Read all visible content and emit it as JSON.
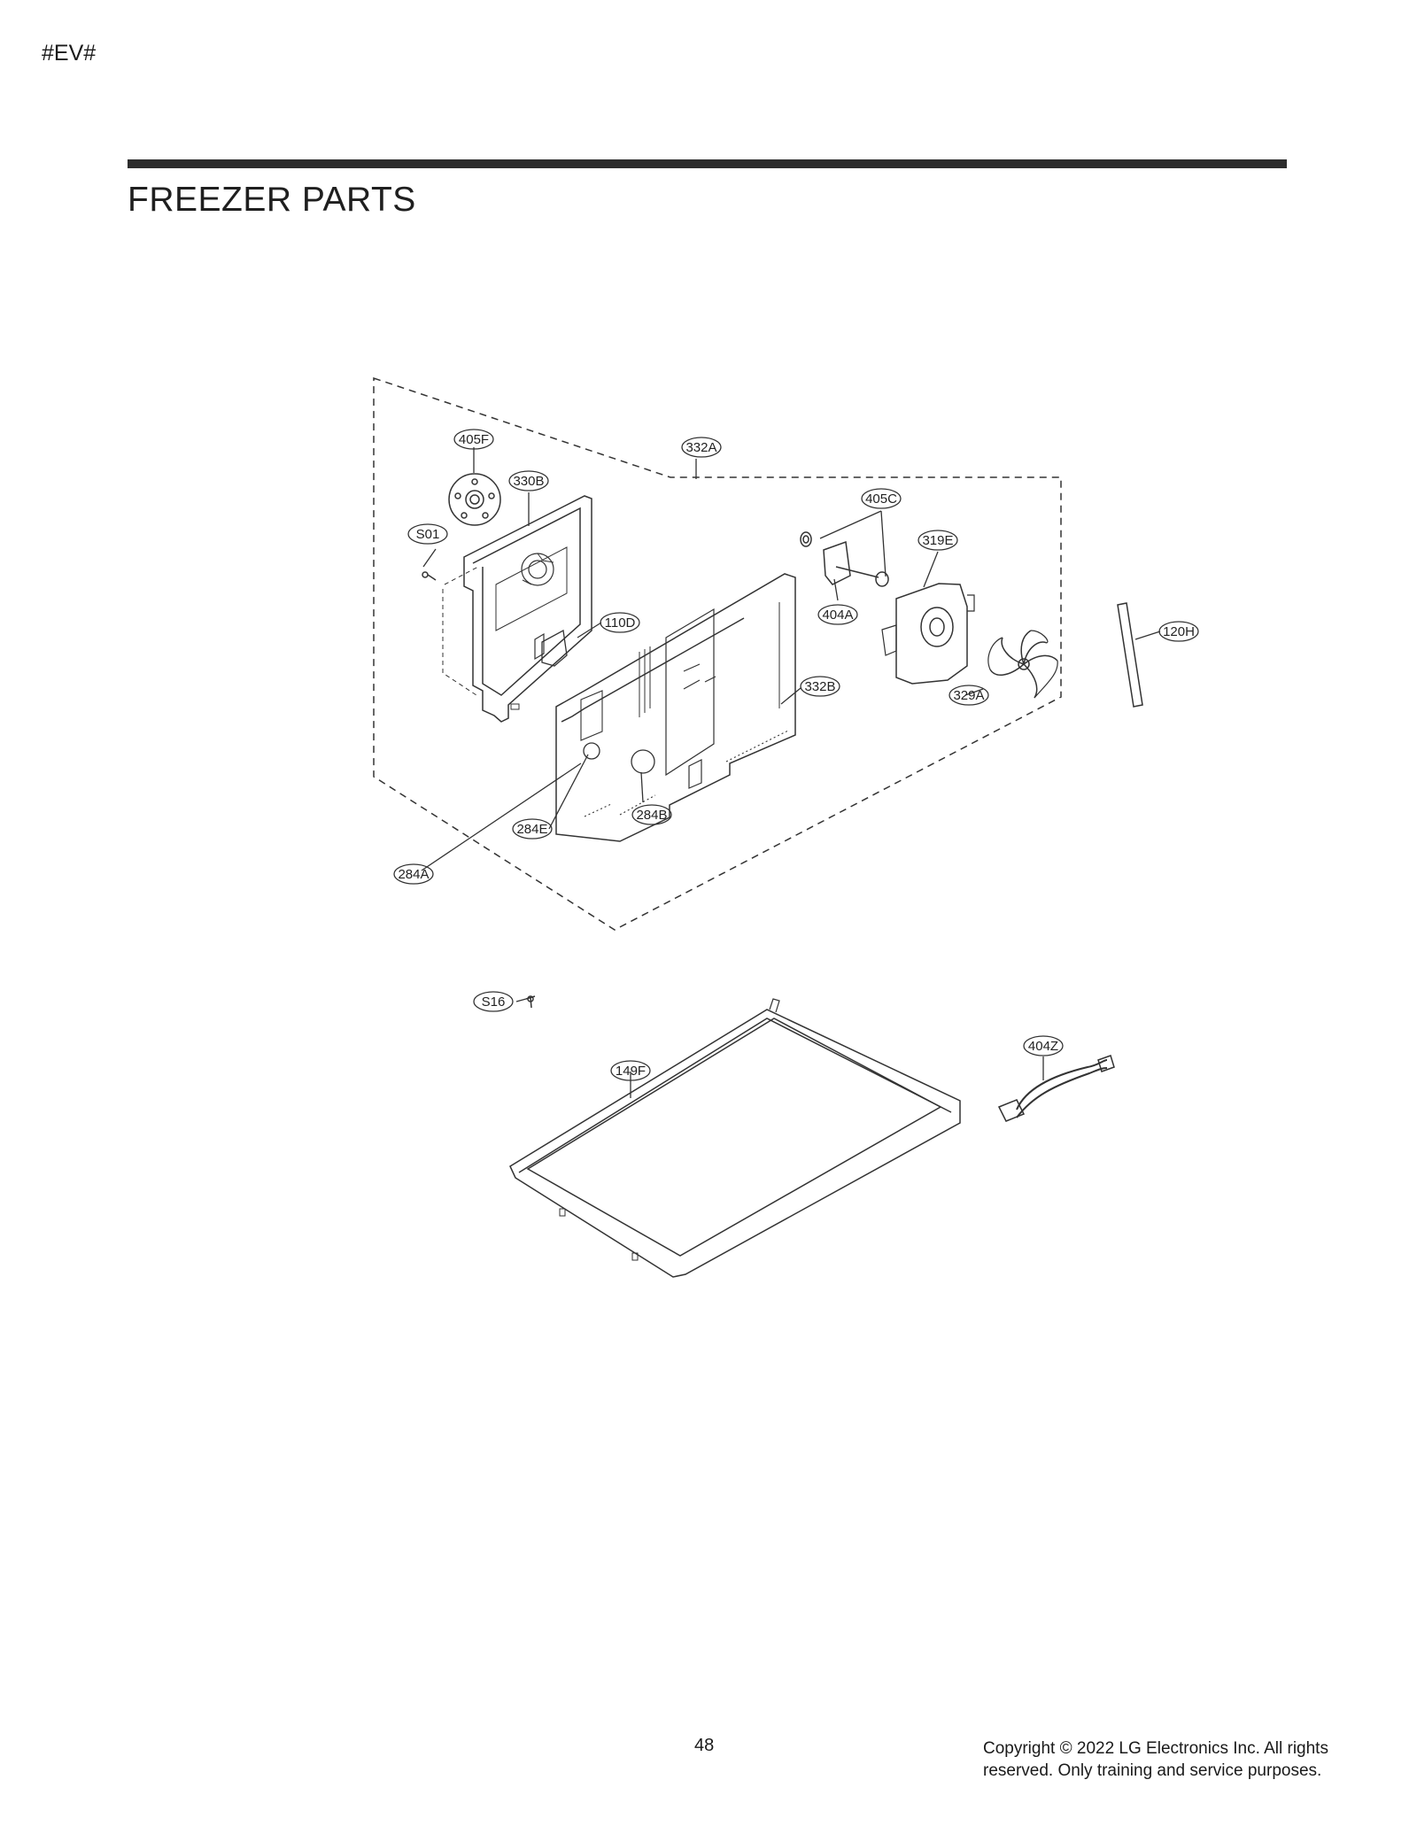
{
  "header": {
    "doc_tag": "#EV#",
    "title": "FREEZER PARTS"
  },
  "callouts": {
    "c405F": "405F",
    "c332A": "332A",
    "c330B": "330B",
    "cS01": "S01",
    "c405C": "405C",
    "c319E": "319E",
    "c110D": "110D",
    "c404A": "404A",
    "c120H": "120H",
    "c332B": "332B",
    "c329A": "329A",
    "c284B": "284B",
    "c284E": "284E",
    "c284A": "284A",
    "cS16": "S16",
    "c404Z": "404Z",
    "c149F": "149F"
  },
  "footer": {
    "page_number": "48",
    "copyright_line1": "Copyright © 2022 LG Electronics Inc. All rights",
    "copyright_line2": "reserved. Only training and service purposes."
  }
}
